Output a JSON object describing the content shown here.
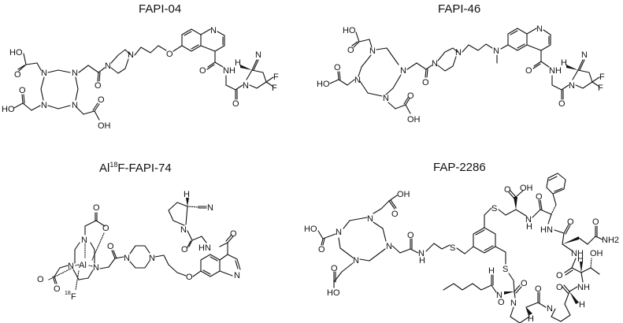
{
  "figure": {
    "panels": [
      {
        "id": "fapi-04",
        "title": "FAPI-04",
        "labels": [
          "HO",
          "O",
          "N",
          "N",
          "N",
          "N",
          "HO",
          "O",
          "O",
          "OH",
          "O",
          "N",
          "N",
          "O",
          "N",
          "O",
          "NH",
          "H",
          "N",
          "F",
          "F",
          "N",
          "O"
        ]
      },
      {
        "id": "fapi-46",
        "title": "FAPI-46",
        "labels": [
          "HO",
          "O",
          "N",
          "N",
          "N",
          "N",
          "HO",
          "O",
          "O",
          "OH",
          "O",
          "N",
          "N",
          "N",
          "N",
          "O",
          "NH",
          "H",
          "N",
          "F",
          "F",
          "N",
          "O"
        ]
      },
      {
        "id": "al18f-fapi-74",
        "title_prefix": "Al",
        "title_sup": "18",
        "title_suffix": "F-FAPI-74",
        "labels": [
          "O",
          "O",
          "N",
          "Al",
          "N",
          "N",
          "O",
          "O",
          "18",
          "F",
          "O",
          "N",
          "N",
          "O",
          "N",
          "H",
          "N",
          "N",
          "O",
          "HN",
          "O"
        ]
      },
      {
        "id": "fap-2286",
        "title": "FAP-2286",
        "labels": [
          "HO",
          "O",
          "OH",
          "O",
          "N",
          "N",
          "N",
          "N",
          "HO",
          "O",
          "O",
          "N",
          "H",
          "S",
          "S",
          "S",
          "O",
          "OH",
          "N",
          "H",
          "O",
          "HN",
          "O",
          "O",
          "NH2",
          "NH",
          "H",
          "OH",
          "O",
          "NH",
          "O",
          "N",
          "H",
          "O",
          "N",
          "O",
          "N",
          "H",
          "O",
          "H"
        ]
      }
    ]
  }
}
